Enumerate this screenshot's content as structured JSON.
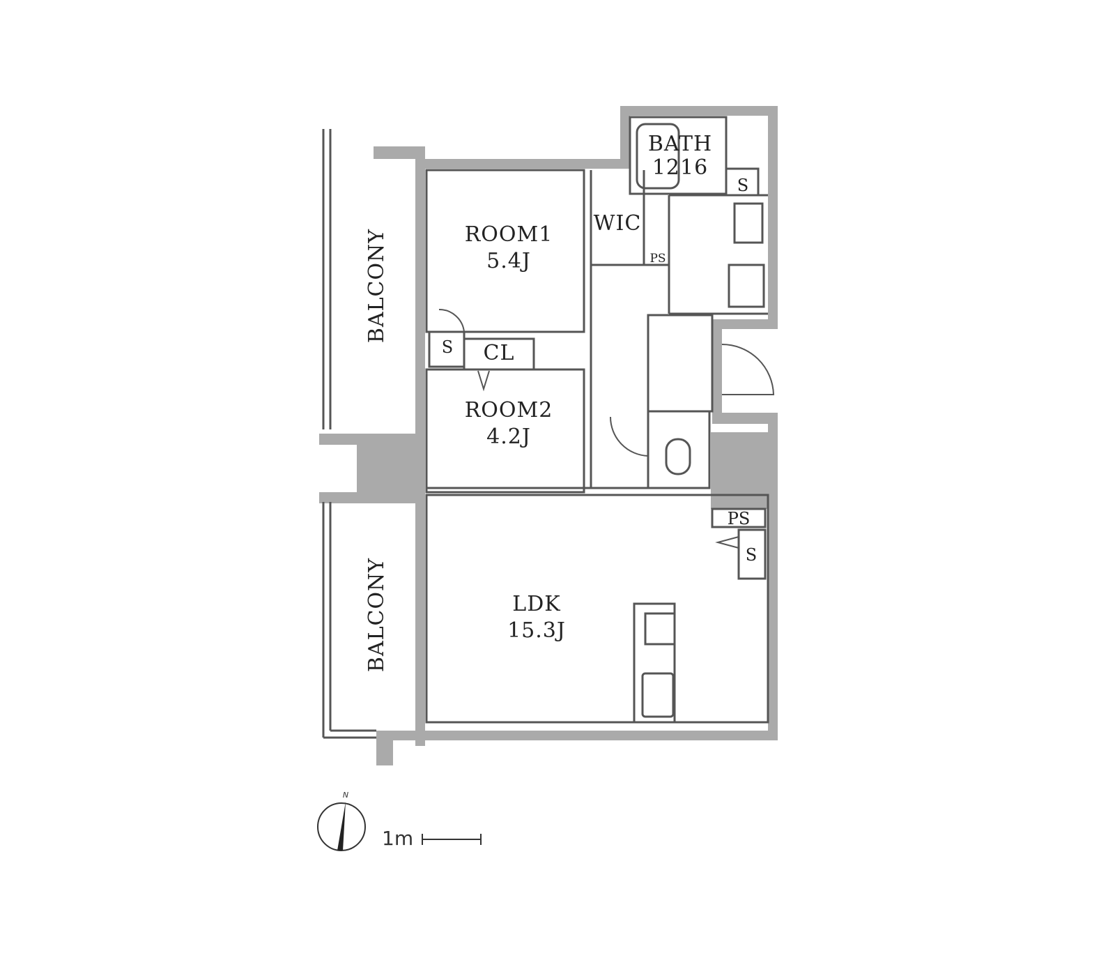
{
  "rooms": {
    "room1": {
      "name": "ROOM1",
      "size": "5.4J"
    },
    "room2": {
      "name": "ROOM2",
      "size": "4.2J"
    },
    "ldk": {
      "name": "LDK",
      "size": "15.3J"
    },
    "bath": {
      "name": "BATH",
      "size": "1216"
    },
    "wic": "WIC",
    "cl": "CL",
    "balcony_top": "BALCONY",
    "balcony_bottom": "BALCONY"
  },
  "fixtures": {
    "storage_label": "S",
    "ps_label": "PS"
  },
  "compass": {
    "north": "N"
  },
  "scale": {
    "label": "1m"
  },
  "colors": {
    "wall": "#aaaaaa",
    "line": "#555555"
  }
}
